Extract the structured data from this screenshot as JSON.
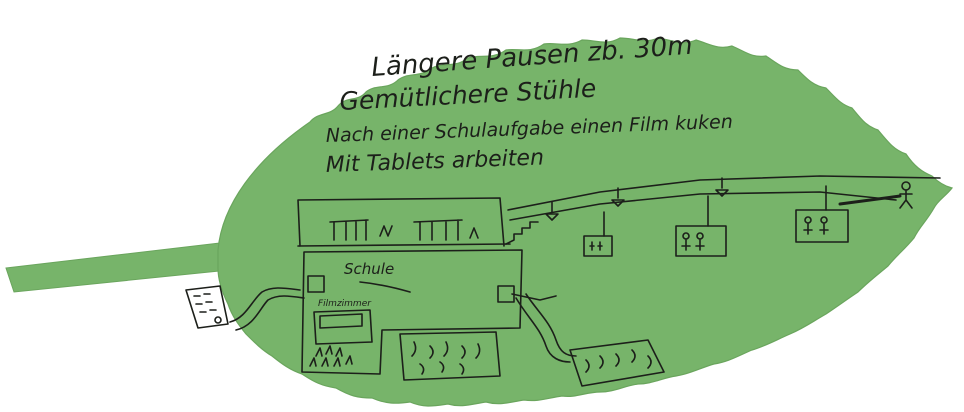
{
  "colors": {
    "leaf": "#77b46a",
    "leaf_edge": "#6aa55d",
    "ink": "#1c1f1a",
    "background": "#ffffff"
  },
  "notes": [
    "Längere Pausen  zb. 30m",
    "Gemütlichere Stühle",
    "Nach einer Schulaufgabe einen Film kuken",
    "Mit Tablets arbeiten"
  ],
  "drawing": {
    "school_label": "Schule",
    "room_label": "Filmzimmer"
  }
}
